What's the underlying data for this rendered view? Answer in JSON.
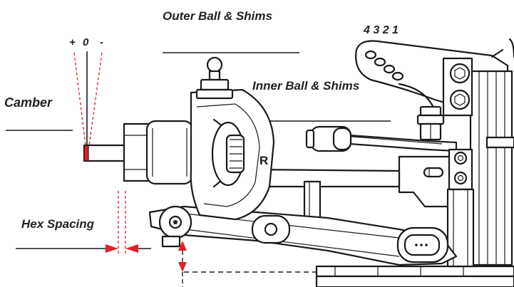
{
  "labels": {
    "outer_ball": "Outer Ball & Shims",
    "inner_ball": "Inner Ball & Shims",
    "camber": "Camber",
    "hex_spacing": "Hex Spacing",
    "camber_markers": {
      "plus": "+",
      "zero": "0",
      "minus": "-"
    },
    "hole_numbers": "4 3 2 1",
    "hub_letter": "R"
  },
  "colors": {
    "line": "#1a1a1a",
    "accent": "#e0202a",
    "text": "#222222"
  }
}
